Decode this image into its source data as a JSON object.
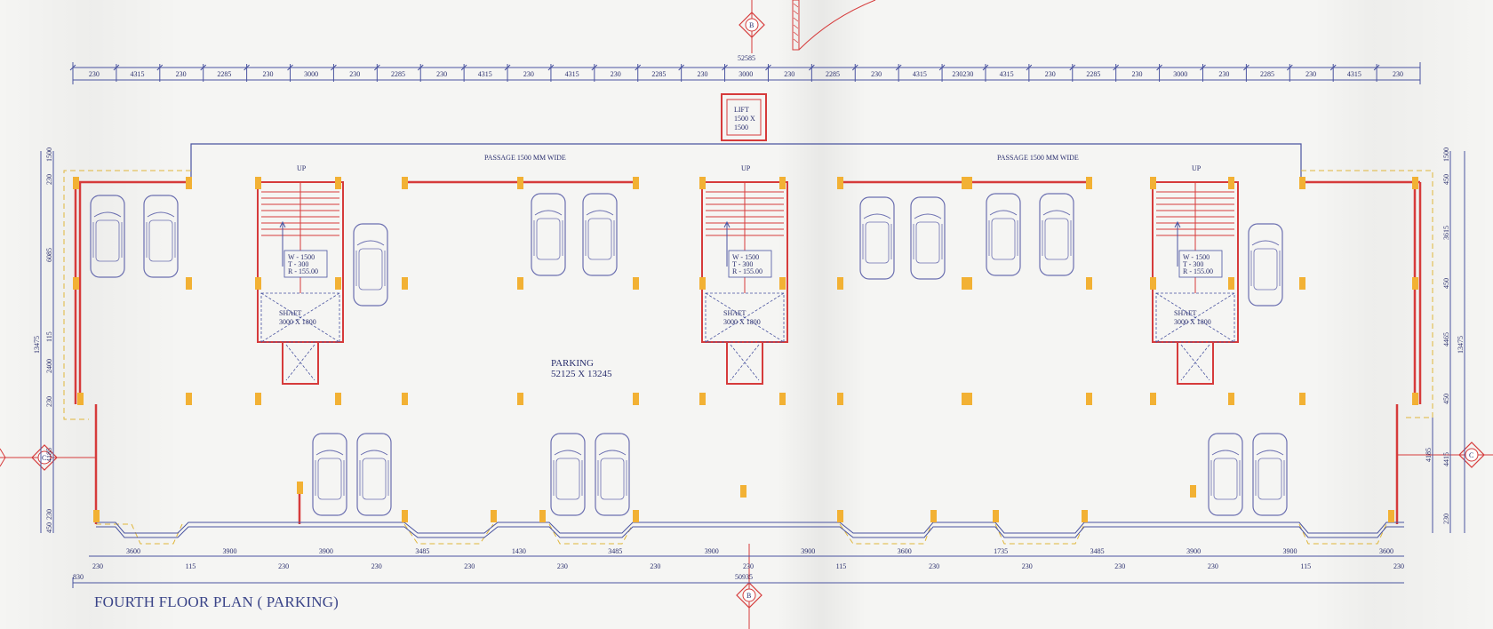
{
  "title": "FOURTH FLOOR PLAN ( PARKING)",
  "colors": {
    "dimension_line": "#4a54a0",
    "wall": "#d63b3b",
    "column": "#f2b134",
    "car": "#6b6fb0",
    "boundary": "#e0b63a",
    "text": "#2a2f6e"
  },
  "labels": {
    "lift": [
      "LIFT",
      "1500 X",
      "1500"
    ],
    "passage_left": "PASSAGE 1500 MM WIDE",
    "passage_right": "PASSAGE 1500 MM WIDE",
    "parking": [
      "PARKING",
      "52125 X 13245"
    ],
    "up": "UP",
    "stair_spec": [
      "W - 1500",
      "T - 300",
      "R - 155.00"
    ],
    "shaft": [
      "SHAFT",
      "3000 X 1800"
    ]
  },
  "section_markers": {
    "top": "B",
    "bottom": "B",
    "left": "C",
    "right": "C"
  },
  "top_dims": {
    "overall": "52585",
    "segments": [
      "230",
      "4315",
      "230",
      "2285",
      "230",
      "3000",
      "230",
      "2285",
      "230",
      "4315",
      "230",
      "4315",
      "230",
      "2285",
      "230",
      "3000",
      "230",
      "2285",
      "230",
      "4315",
      "230230",
      "4315",
      "230",
      "2285",
      "230",
      "3000",
      "230",
      "2285",
      "230",
      "4315",
      "230"
    ]
  },
  "bottom_dims": {
    "row1": [
      "3600",
      "3900",
      "3900",
      "3485",
      "1430",
      "3485",
      "3900",
      "3900",
      "3600",
      "1735",
      "3485",
      "3900",
      "3900",
      "3600"
    ],
    "row2": [
      "230",
      "115",
      "230",
      "230",
      "230",
      "230",
      "230",
      "230",
      "115",
      "230",
      "230",
      "230",
      "230",
      "115",
      "230"
    ],
    "left_extra": "830",
    "overall": "50935"
  },
  "left_dims": [
    "1500",
    "230",
    "6085",
    "13475",
    "115",
    "2400",
    "230",
    "4185",
    "230",
    "450"
  ],
  "right_dims": [
    "1500",
    "450",
    "3615",
    "450",
    "4465",
    "13475",
    "450",
    "4185",
    "4415",
    "230"
  ]
}
